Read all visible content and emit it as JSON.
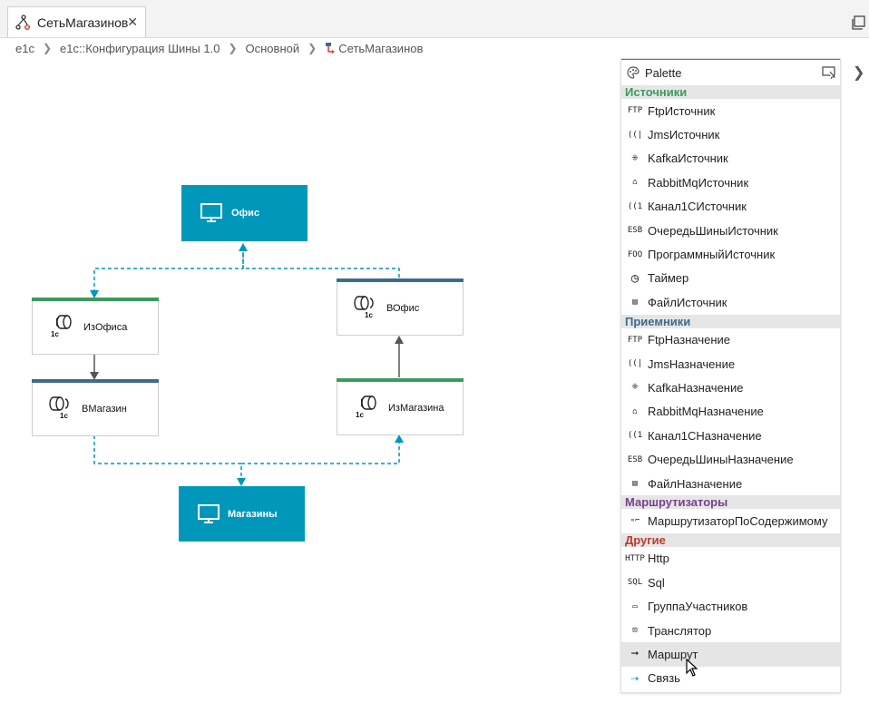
{
  "editor_tab": {
    "title": "СетьМагазинов",
    "close": "✕"
  },
  "breadcrumb": [
    "e1c",
    "e1c::Конфигурация Шины 1.0",
    "Основной",
    "СетьМагазинов"
  ],
  "diagram": {
    "nodes": {
      "office": "Офис",
      "from_office": "ИзОфиса",
      "to_office": "ВОфис",
      "to_store": "ВМагазин",
      "from_store": "ИзМагазина",
      "stores": "Магазины"
    },
    "logo_text": "1с"
  },
  "palette": {
    "title": "Palette",
    "sections": [
      {
        "name": "Источники",
        "color": "#3c9a5f",
        "items": [
          {
            "label": "FtpИсточник",
            "icon": "ftp-icon"
          },
          {
            "label": "JmsИсточник",
            "icon": "jms-icon"
          },
          {
            "label": "KafkaИсточник",
            "icon": "kafka-icon"
          },
          {
            "label": "RabbitMqИсточник",
            "icon": "rabbitmq-icon"
          },
          {
            "label": "Канал1СИсточник",
            "icon": "channel-1c-icon"
          },
          {
            "label": "ОчередьШиныИсточник",
            "icon": "esb-queue-icon"
          },
          {
            "label": "ПрограммныйИсточник",
            "icon": "program-source-icon"
          },
          {
            "label": "Таймер",
            "icon": "clock-icon"
          },
          {
            "label": "ФайлИсточник",
            "icon": "file-source-icon"
          }
        ]
      },
      {
        "name": "Приемники",
        "color": "#3e6a8e",
        "items": [
          {
            "label": "FtpНазначение",
            "icon": "ftp-icon"
          },
          {
            "label": "JmsНазначение",
            "icon": "jms-icon"
          },
          {
            "label": "KafkaНазначение",
            "icon": "kafka-icon"
          },
          {
            "label": "RabbitMqНазначение",
            "icon": "rabbitmq-icon"
          },
          {
            "label": "Канал1СНазначение",
            "icon": "channel-1c-icon"
          },
          {
            "label": "ОчередьШиныНазначение",
            "icon": "esb-queue-icon"
          },
          {
            "label": "ФайлНазначение",
            "icon": "file-target-icon"
          }
        ]
      },
      {
        "name": "Маршрутизаторы",
        "color": "#7b3f8e",
        "items": [
          {
            "label": "МаршрутизаторПоСодержимому",
            "icon": "content-router-icon"
          }
        ]
      },
      {
        "name": "Другие",
        "color": "#c0392b",
        "items": [
          {
            "label": "Http",
            "icon": "http-icon"
          },
          {
            "label": "Sql",
            "icon": "sql-icon"
          },
          {
            "label": "ГруппаУчастников",
            "icon": "monitor-icon"
          },
          {
            "label": "Транслятор",
            "icon": "translator-icon"
          },
          {
            "label": "Маршрут",
            "icon": "route-arrow-icon",
            "selected": true
          },
          {
            "label": "Связь",
            "icon": "link-dashed-arrow-icon"
          }
        ]
      }
    ]
  },
  "colors": {
    "accent": "#0097bb",
    "source_bar": "#3c9a5f",
    "target_bar": "#3e6a8e"
  }
}
